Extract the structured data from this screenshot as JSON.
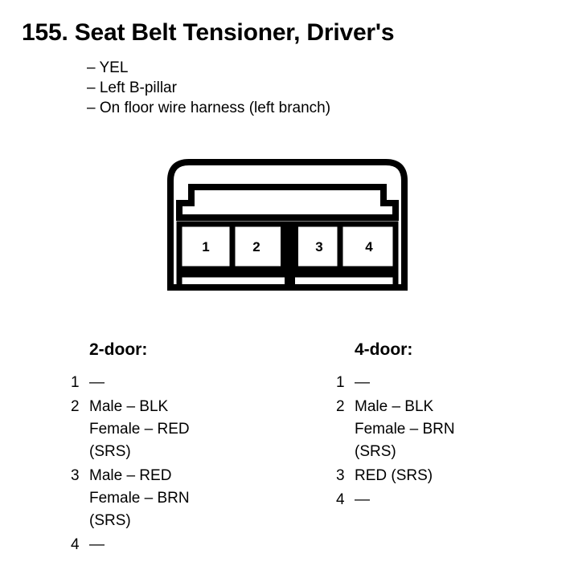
{
  "page": {
    "title": "155. Seat Belt Tensioner, Driver's",
    "subtitles": [
      "– YEL",
      "– Left B-pillar",
      "– On floor wire harness (left branch)"
    ],
    "ink_color": "#000000",
    "background_color": "#ffffff"
  },
  "connector": {
    "name": "4-cavity connector",
    "pin_labels": [
      "1",
      "2",
      "3",
      "4"
    ],
    "cavity_count": 4
  },
  "pin_tables": [
    {
      "id": "2door",
      "title": "2-door:",
      "rows": [
        {
          "index": "1",
          "lines": [
            "—"
          ]
        },
        {
          "index": "2",
          "lines": [
            "Male – BLK",
            "Female – RED",
            "(SRS)"
          ]
        },
        {
          "index": "3",
          "lines": [
            "Male – RED",
            "Female – BRN",
            "(SRS)"
          ]
        },
        {
          "index": "4",
          "lines": [
            "—"
          ]
        }
      ]
    },
    {
      "id": "4door",
      "title": "4-door:",
      "rows": [
        {
          "index": "1",
          "lines": [
            "—"
          ]
        },
        {
          "index": "2",
          "lines": [
            "Male – BLK",
            "Female – BRN",
            "(SRS)"
          ]
        },
        {
          "index": "3",
          "lines": [
            "RED (SRS)"
          ]
        },
        {
          "index": "4",
          "lines": [
            "—"
          ]
        }
      ]
    }
  ]
}
